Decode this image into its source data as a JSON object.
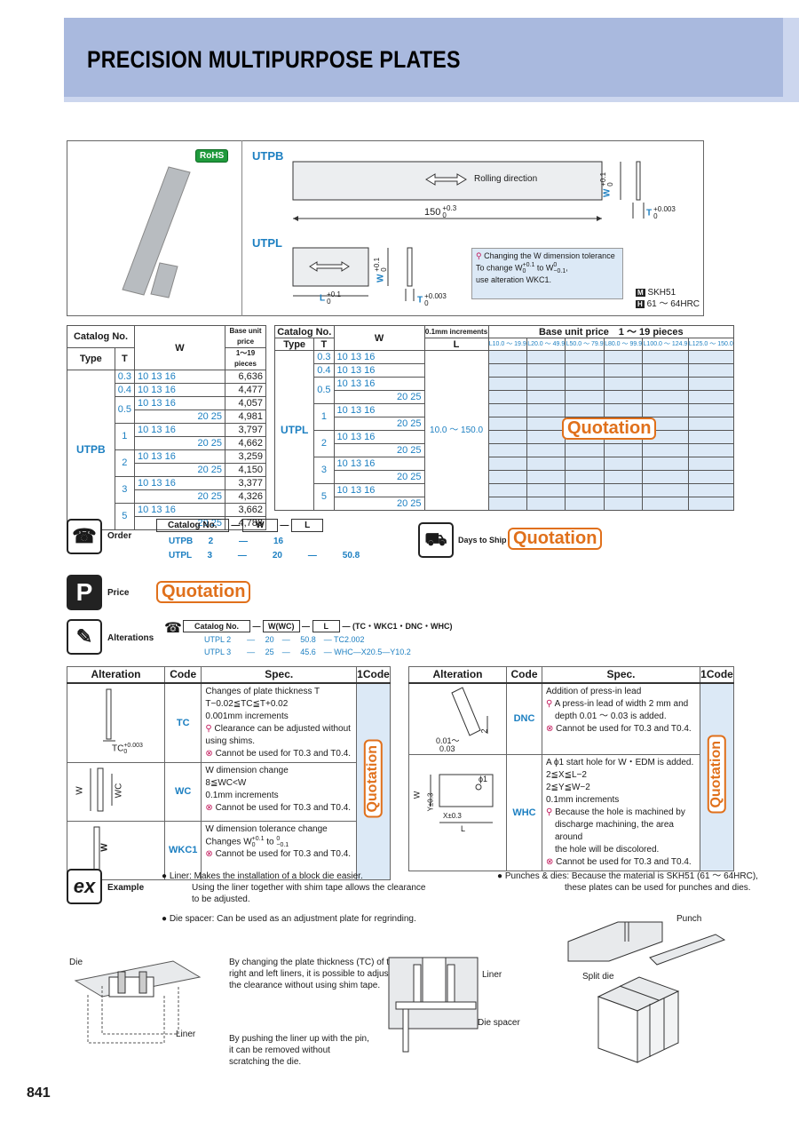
{
  "header": {
    "title": "PRECISION MULTIPURPOSE PLATES"
  },
  "rohs": "RoHS",
  "utpb": {
    "label": "UTPB",
    "rolling": "Rolling direction",
    "length": "150",
    "length_tol_up": "+0.3",
    "length_tol_dn": "0",
    "w": "W",
    "w_tol_up": "+0.1",
    "w_tol_dn": "0",
    "t": "T",
    "t_tol_up": "+0.003",
    "t_tol_dn": "0"
  },
  "utpl": {
    "label": "UTPL",
    "l": "L",
    "l_tol_up": "+0.1",
    "l_tol_dn": "0",
    "w": "W",
    "w_tol_up": "+0.1",
    "w_tol_dn": "0",
    "t": "T",
    "t_tol_up": "+0.003",
    "t_tol_dn": "0"
  },
  "tolerance_note": {
    "line1": "Changing the W dimension tolerance",
    "line2": "To change W",
    "line2b": "to W",
    "line2c": ",",
    "w_up": "+0.1",
    "w_dn": "0",
    "w2_up": "0",
    "w2_dn": "−0.1",
    "line3": "use alteration WKC1."
  },
  "material": {
    "m_badge": "M",
    "m": "SKH51",
    "h_badge": "H",
    "h": "61 ～ 64HRC"
  },
  "left_table": {
    "h_catalog": "Catalog No.",
    "h_type": "Type",
    "h_t": "T",
    "h_w": "W",
    "h_price1": "Base unit price",
    "h_price2": "1～19 pieces",
    "type": "UTPB",
    "rows": [
      {
        "t": "0.3",
        "w": "10 13 16",
        "price": "6,636"
      },
      {
        "t": "0.4",
        "w": "10 13 16",
        "price": "4,477"
      },
      {
        "t": "0.5",
        "w": "10 13 16",
        "price": "4,057"
      },
      {
        "t": "",
        "w": "20 25",
        "price": "4,981"
      },
      {
        "t": "1",
        "w": "10 13 16",
        "price": "3,797"
      },
      {
        "t": "",
        "w": "20 25",
        "price": "4,662"
      },
      {
        "t": "2",
        "w": "10 13 16",
        "price": "3,259"
      },
      {
        "t": "",
        "w": "20 25",
        "price": "4,150"
      },
      {
        "t": "3",
        "w": "10 13 16",
        "price": "3,377"
      },
      {
        "t": "",
        "w": "20 25",
        "price": "4,326"
      },
      {
        "t": "5",
        "w": "10 13 16",
        "price": "3,662"
      },
      {
        "t": "",
        "w": "20 25",
        "price": "4,788"
      }
    ]
  },
  "right_table": {
    "h_catalog": "Catalog No.",
    "h_type": "Type",
    "h_t": "T",
    "h_w": "W",
    "h_inc": "0.1mm increments",
    "h_l": "L",
    "h_price": "Base unit price　1 ～ 19 pieces",
    "ranges": [
      "L10.0 ～ 19.9",
      "L20.0 ～ 49.9",
      "L50.0 ～ 79.9",
      "L80.0 ～ 99.9",
      "L100.0 ～ 124.9",
      "L125.0 ～ 150.0"
    ],
    "type": "UTPL",
    "l_range": "10.0 ～ 150.0",
    "quotation": "Quotation",
    "t_values": [
      "0.3",
      "0.4",
      "0.5",
      "1",
      "2",
      "3",
      "5"
    ],
    "w_rows": [
      "10 13 16",
      "10 13 16",
      "10 13 16",
      "20 25",
      "10 13 16",
      "20 25",
      "10 13 16",
      "20 25",
      "10 13 16",
      "20 25",
      "10 13 16",
      "20 25"
    ]
  },
  "order": {
    "label": "Order",
    "h_catalog": "Catalog No.",
    "h_w": "W",
    "h_l": "L",
    "r1": [
      "UTPB",
      "2",
      "—",
      "16",
      "",
      ""
    ],
    "r2": [
      "UTPL",
      "3",
      "—",
      "20",
      "—",
      "50.8"
    ]
  },
  "days_to_ship": {
    "label": "Days to Ship",
    "value": "Quotation"
  },
  "price": {
    "label": "Price",
    "value": "Quotation"
  },
  "alterations": {
    "label": "Alterations",
    "h_catalog": "Catalog No.",
    "h_w": "W(WC)",
    "h_l": "L",
    "h_codes": "(TC・WKC1・DNC・WHC)",
    "r1": "UTPL 2　　—　 20　—　 50.8　— TC2.002",
    "r2": "UTPL 3　　—　 25　—　 45.6　— WHC—X20.5—Y10.2"
  },
  "alt_table": {
    "h_alteration": "Alteration",
    "h_code": "Code",
    "h_spec": "Spec.",
    "h_1code": "1Code",
    "quotation": "Quotation",
    "left": [
      {
        "code": "TC",
        "lines": [
          "Changes of plate thickness T",
          "T−0.02≦TC≦T+0.02",
          "0.001mm increments"
        ],
        "note1": "Clearance can be adjusted without using shims.",
        "note2": "Cannot be used for T0.3 and T0.4.",
        "fig": "TC",
        "fig_up": "+0.003",
        "fig_dn": "0"
      },
      {
        "code": "WC",
        "lines": [
          "W dimension change",
          "8≦WC<W",
          "0.1mm increments"
        ],
        "note2": "Cannot be used for T0.3 and T0.4.",
        "fig_w": "W",
        "fig_wc": "WC"
      },
      {
        "code": "WKC1",
        "lines": [
          "W dimension tolerance change"
        ],
        "changes": "Changes W",
        "cw_up": "+0.1",
        "cw_dn": "0",
        "to": "to",
        "to_up": "0",
        "to_dn": "−0.1",
        "note2": "Cannot be used for T0.3 and T0.4.",
        "fig": "W"
      }
    ],
    "right": [
      {
        "code": "DNC",
        "lines": [
          "Addition of press-in lead"
        ],
        "note1a": "A press-in lead of width 2 mm and",
        "note1b": "depth 0.01 ～ 0.03 is added.",
        "note2": "Cannot be used for T0.3 and T0.4.",
        "fig_2": "2",
        "fig_d1": "0.01～",
        "fig_d2": "0.03"
      },
      {
        "code": "WHC",
        "lines": [
          "A ϕ1 start hole for W・EDM is added.",
          "2≦X≦L−2",
          "2≦Y≦W−2",
          "0.1mm increments"
        ],
        "note1a": "Because the hole is machined by",
        "note1b": "discharge machining, the area around",
        "note1c": "the hole will be discolored.",
        "note2": "Cannot be used for T0.3 and T0.4.",
        "fig_phi": "ϕ1",
        "fig_w": "W",
        "fig_y": "Y±0.3",
        "fig_x": "X±0.3",
        "fig_l": "L"
      }
    ]
  },
  "example": {
    "label": "Example",
    "badge": "ex",
    "b1a": "Liner: Makes the installation of a block die easier.",
    "b1b": "Using the liner together with shim tape allows the clearance",
    "b1c": "to be adjusted.",
    "b2": "Die spacer: Can be used as an adjustment plate for regrinding.",
    "b3a": "Punches & dies: Because the material is SKH51 (61 ～ 64HRC),",
    "b3b": "these plates can be used for punches and dies.",
    "die": "Die",
    "liner": "Liner",
    "liner2": "Liner",
    "die_spacer": "Die spacer",
    "punch": "Punch",
    "split_die": "Split die",
    "c1a": "By changing the plate thickness (TC) of the",
    "c1b": "right and left liners, it is possible to adjust",
    "c1c": "the clearance without using shim tape.",
    "c2a": "By pushing the liner up with the pin,",
    "c2b": "it can be removed without",
    "c2c": "scratching the die."
  },
  "page_number": "841"
}
